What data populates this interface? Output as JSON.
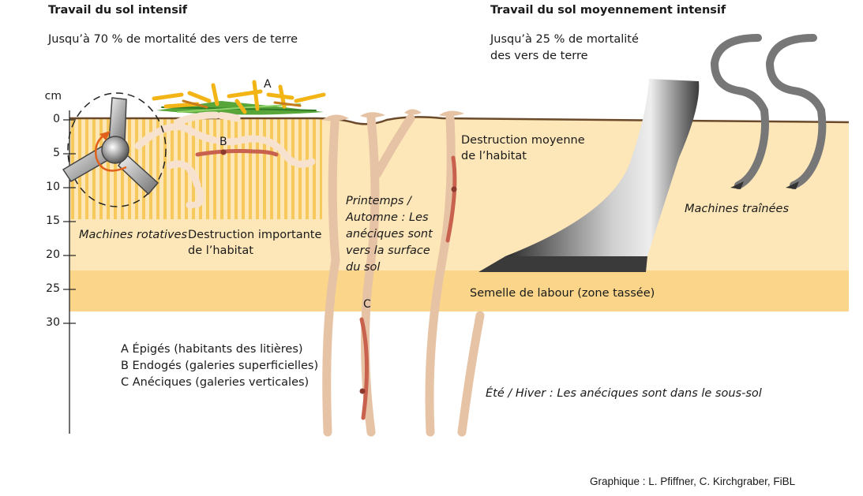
{
  "left_title": "Travail du sol intensif",
  "left_subtitle": "Jusqu’à 70 % de mortalité des vers de terre",
  "right_title": "Travail du sol moyennement intensif",
  "right_subtitle_line1": "Jusqu’à 25 % de mortalité",
  "right_subtitle_line2": "des vers de terre",
  "depth_axis": {
    "unit": "cm",
    "ticks": [
      "0",
      "5",
      "10",
      "15",
      "20",
      "25",
      "30"
    ]
  },
  "markers": {
    "a": "A",
    "b": "B",
    "c": "C"
  },
  "labels": {
    "rotary_machines": "Machines rotatives",
    "major_destruction_line1": "Destruction importante",
    "major_destruction_line2": "de l’habitat",
    "spring_autumn_lines": [
      "Printemps /",
      "Automne : Les",
      "anéciques sont",
      "vers la surface",
      "du sol"
    ],
    "medium_destruction_line1": "Destruction moyenne",
    "medium_destruction_line2": "de l’habitat",
    "towed_machines": "Machines traînées",
    "plough_pan": "Semelle de labour (zone tassée)",
    "summer_winter": "Été / Hiver : Les anéciques sont dans le sous-sol"
  },
  "legend": [
    "A Épigés (habitants des litières)",
    "B Endogés (galeries superficielles)",
    "C Anéciques (galeries verticales)"
  ],
  "credit": "Graphique : L. Pfiffner, C. Kirchgraber, FiBL",
  "colors": {
    "soil_upper": "#fde6b8",
    "plough_pan": "#fbd68a",
    "rotary_stripes": "#f7c85c",
    "burrow": "#e6c3a5",
    "worm": "#c8614e",
    "surface_line": "#6b4a2b",
    "plough_dark": "#3a3a3a",
    "tine_grey": "#777777",
    "litter_green": "#58a63a",
    "litter_yellow": "#f3b416"
  }
}
